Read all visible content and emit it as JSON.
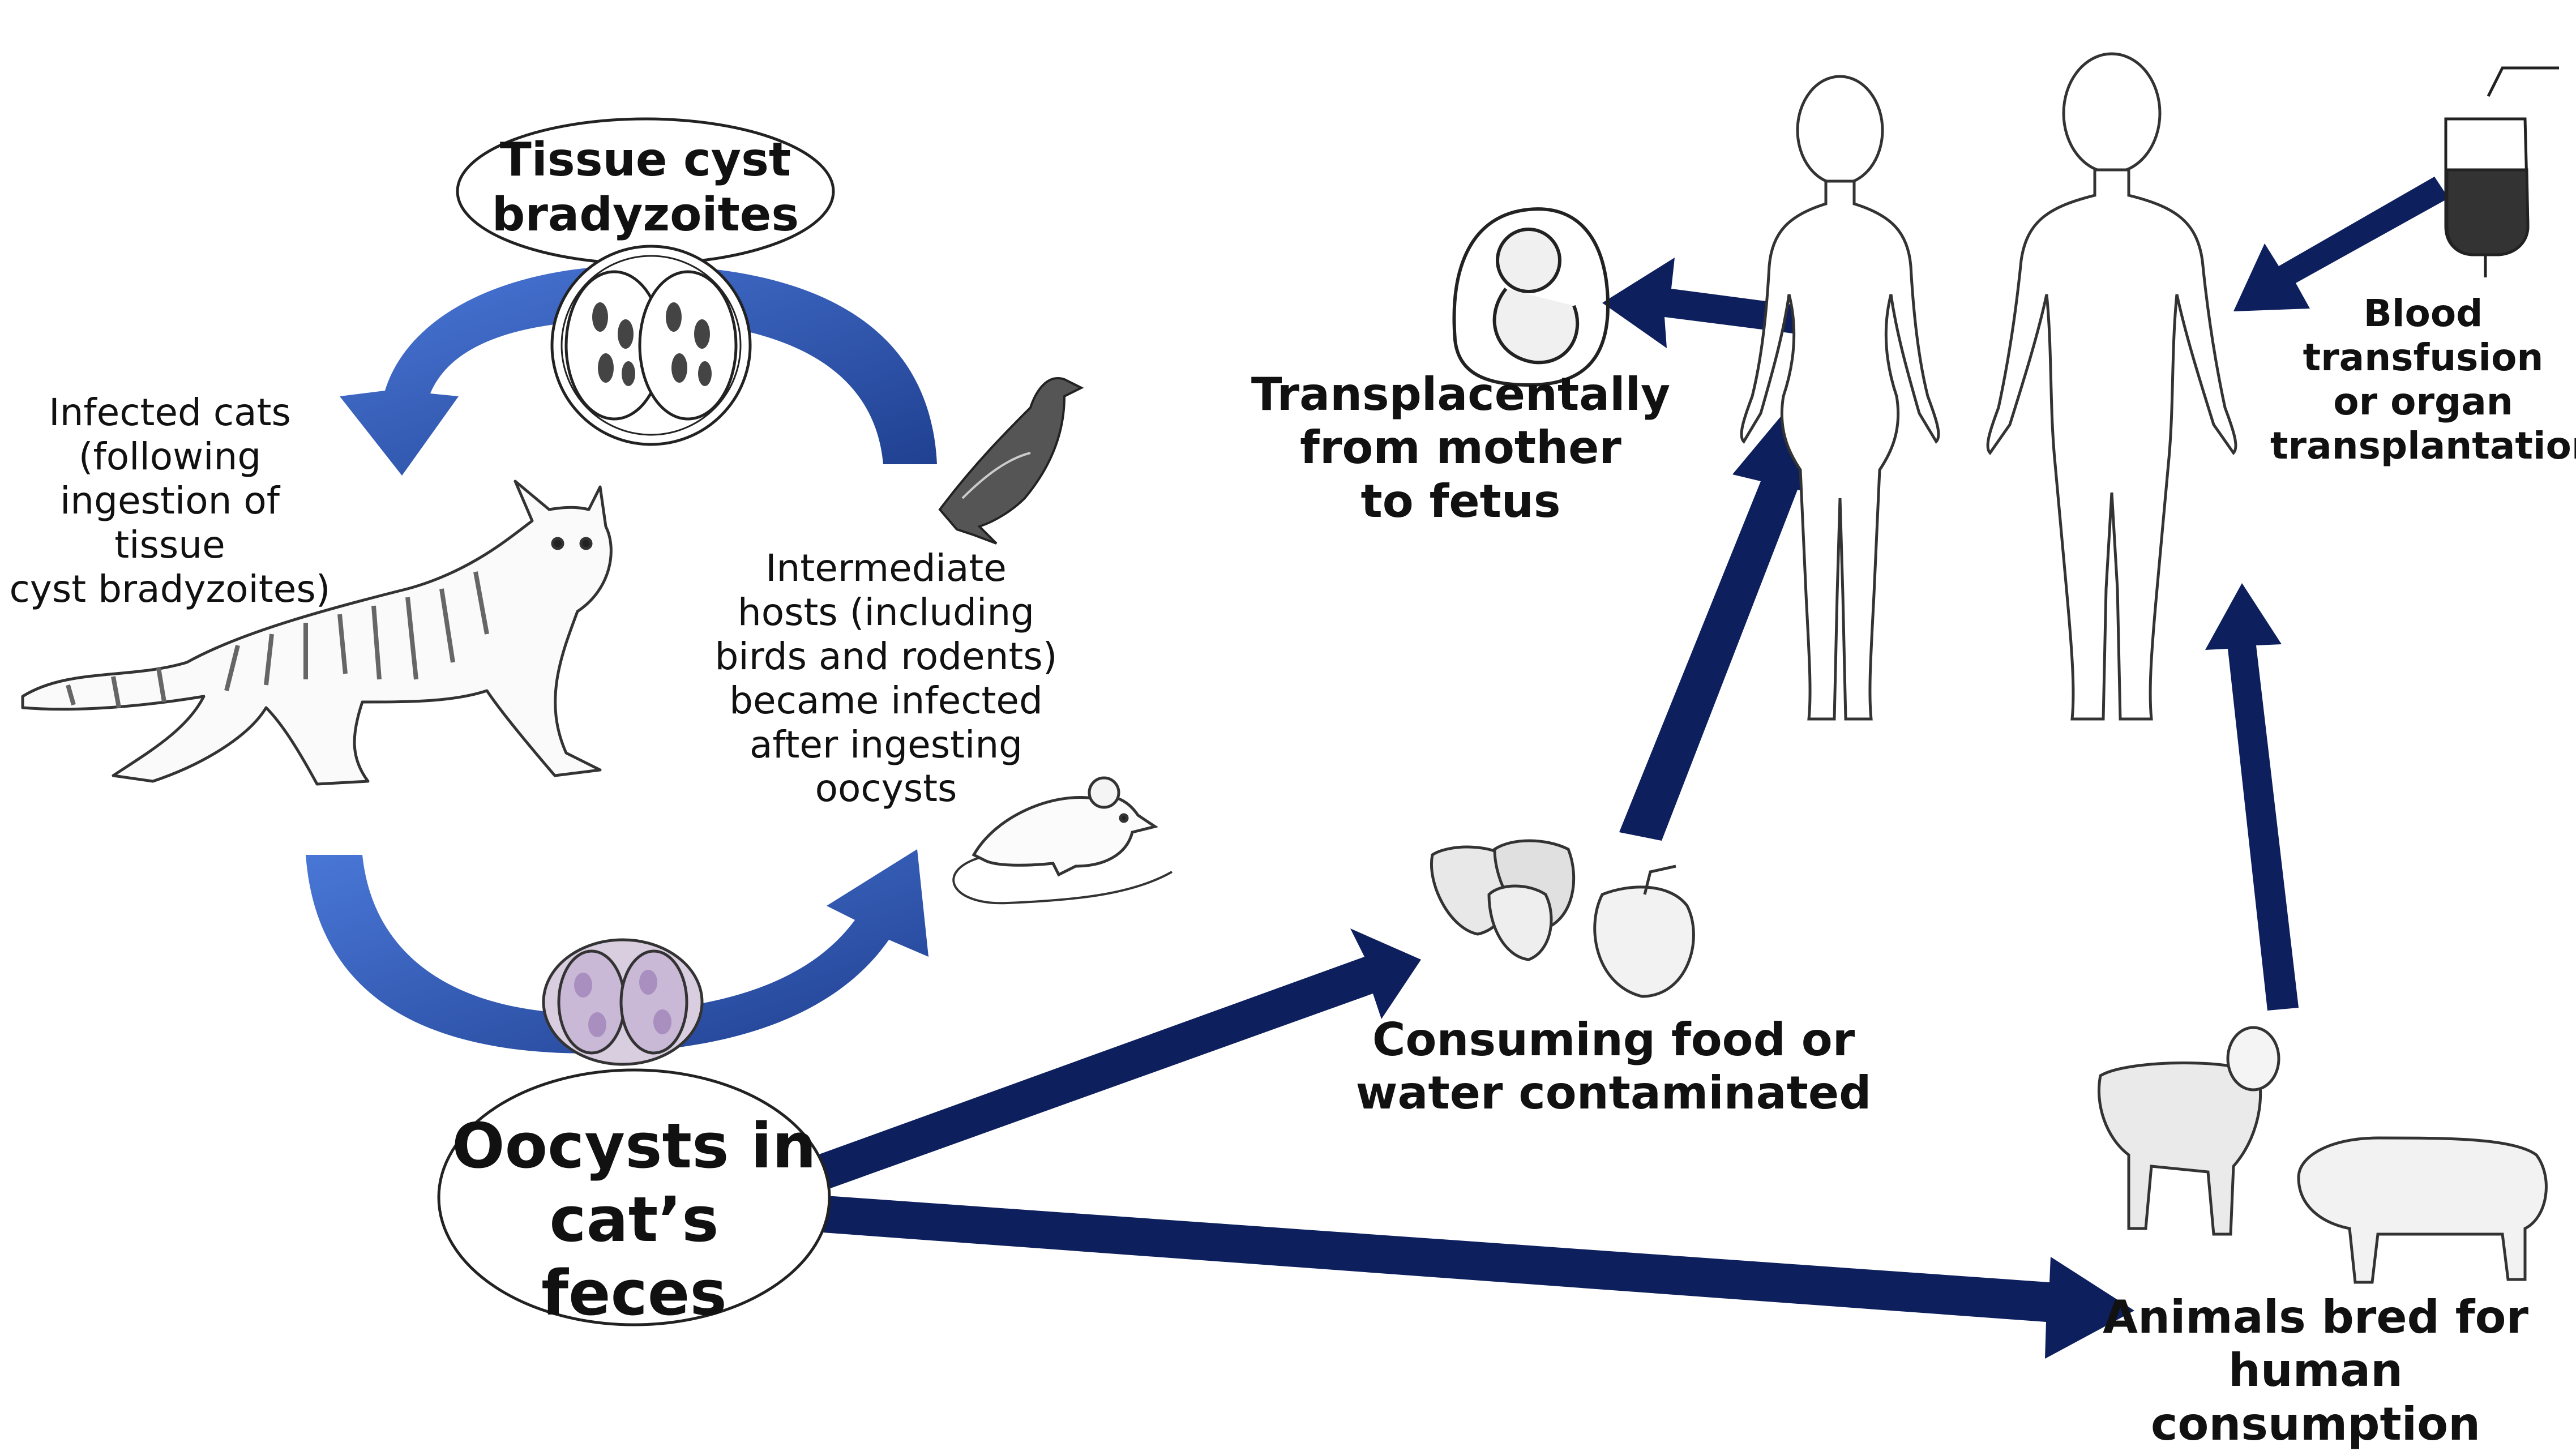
{
  "labels": {
    "tissue_cyst": [
      "Tissue cyst",
      "bradyzoites"
    ],
    "infected_cats": [
      "Infected cats",
      "(following",
      "ingestion of tissue",
      "cyst bradyzoites)"
    ],
    "intermediate_hosts": [
      "Intermediate",
      "hosts (including",
      "birds and rodents)",
      "became infected",
      "after ingesting",
      "oocysts"
    ],
    "oocysts": [
      "Oocysts in",
      "cat’s feces"
    ],
    "transplacental": [
      "Transplacentally",
      "from mother",
      "to fetus"
    ],
    "blood": [
      "Blood",
      "transfusion",
      "or organ",
      "transplantation"
    ],
    "food": [
      "Consuming food or",
      "water contaminated"
    ],
    "animals": [
      "Animals bred for",
      "human consumption"
    ]
  },
  "colors": {
    "cycle_arrow": "#3d67c4",
    "cycle_arrow_dark": "#1f3f8f",
    "route_arrow": "#0d1f5c",
    "outline": "#222222",
    "oocyst_fill": "#d9cde0",
    "sporozoite_fill": "#a98fc0"
  }
}
